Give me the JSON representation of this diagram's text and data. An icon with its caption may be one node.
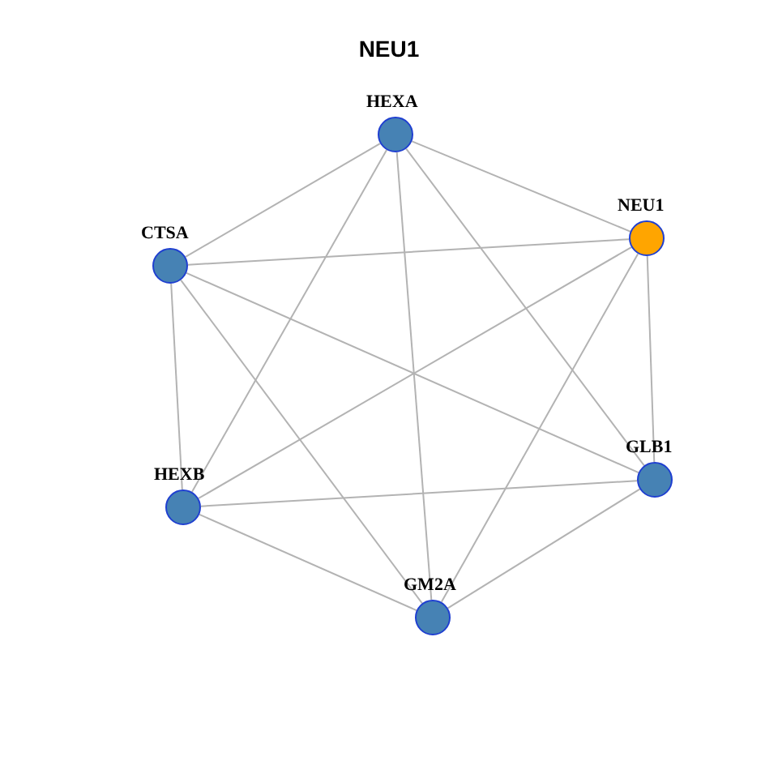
{
  "diagram": {
    "title": "NEU1",
    "nodes": [
      {
        "text": [
          "HEXA"
        ]
      },
      {
        "text": [
          "NEU1"
        ]
      },
      {
        "text": [
          "CTSA"
        ]
      },
      {
        "text": [
          "GLB1"
        ]
      },
      {
        "text": [
          "HEXB"
        ]
      },
      {
        "text": [
          "GM2A"
        ]
      }
    ],
    "edges": [
      {
        "from": 0,
        "to": 1,
        "arrow": "none"
      },
      {
        "from": 0,
        "to": 2,
        "arrow": "none"
      },
      {
        "from": 0,
        "to": 3,
        "arrow": "none"
      },
      {
        "from": 0,
        "to": 4,
        "arrow": "none"
      },
      {
        "from": 0,
        "to": 5,
        "arrow": "none"
      },
      {
        "from": 1,
        "to": 2,
        "arrow": "none"
      },
      {
        "from": 1,
        "to": 3,
        "arrow": "none"
      },
      {
        "from": 1,
        "to": 4,
        "arrow": "none"
      },
      {
        "from": 1,
        "to": 5,
        "arrow": "none"
      },
      {
        "from": 2,
        "to": 3,
        "arrow": "none"
      },
      {
        "from": 2,
        "to": 4,
        "arrow": "none"
      },
      {
        "from": 2,
        "to": 5,
        "arrow": "none"
      },
      {
        "from": 3,
        "to": 4,
        "arrow": "none"
      },
      {
        "from": 3,
        "to": 5,
        "arrow": "none"
      },
      {
        "from": 4,
        "to": 5,
        "arrow": "none"
      }
    ]
  }
}
